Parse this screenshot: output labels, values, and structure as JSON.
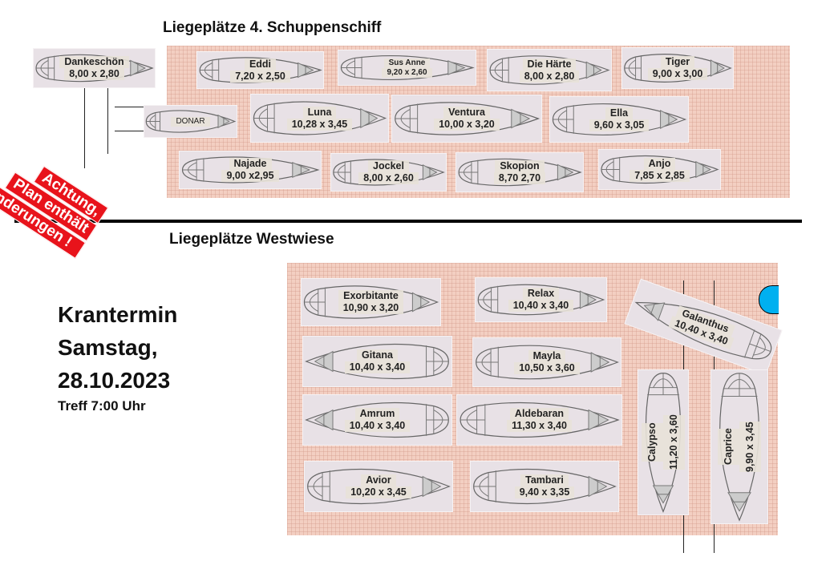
{
  "titles": {
    "top": "Liegeplätze 4. Schuppenschiff",
    "bottom": "Liegeplätze Westwiese"
  },
  "warning": {
    "lines": [
      "Achtung,",
      "Plan enthält",
      "Änderungen !"
    ],
    "color": "#e8131b"
  },
  "crane_date": {
    "line1": "Krantermin",
    "line2": "Samstag,",
    "line3": "28.10.2023",
    "meeting": "Treff 7:00 Uhr"
  },
  "schuppenschiff_boats": [
    {
      "name": "Dankeschön",
      "size": "8,00 x 2,80"
    },
    {
      "name": "Eddi",
      "size": "7,20 x 2,50"
    },
    {
      "name": "Sus Anne",
      "size": "9,20 x 2,60"
    },
    {
      "name": "Die Härte",
      "size": "8,00 x 2,80"
    },
    {
      "name": "Tiger",
      "size": "9,00 x 3,00"
    },
    {
      "name": "DONAR",
      "size": ""
    },
    {
      "name": "Luna",
      "size": "10,28 x 3,45"
    },
    {
      "name": "Ventura",
      "size": "10,00 x 3,20"
    },
    {
      "name": "Ella",
      "size": "9,60 x 3,05"
    },
    {
      "name": "Najade",
      "size": "9,00 x2,95"
    },
    {
      "name": "Jockel",
      "size": "8,00 x 2,60"
    },
    {
      "name": "Skopion",
      "size": "8,70 2,70"
    },
    {
      "name": "Anjo",
      "size": "7,85 x 2,85"
    }
  ],
  "westwiese_boats": [
    {
      "name": "Exorbitante",
      "size": "10,90 x 3,20"
    },
    {
      "name": "Relax",
      "size": "10,40 x 3,40"
    },
    {
      "name": "Galanthus",
      "size": "10,40 x 3,40"
    },
    {
      "name": "Gitana",
      "size": "10,40 x 3,40"
    },
    {
      "name": "Mayla",
      "size": "10,50 x 3,60"
    },
    {
      "name": "Amrum",
      "size": "10,40 x 3,40"
    },
    {
      "name": "Aldebaran",
      "size": "11,30 x 3,40"
    },
    {
      "name": "Avior",
      "size": "10,20 x 3,45"
    },
    {
      "name": "Tambari",
      "size": "9,40 x 3,35"
    },
    {
      "name": "Calypso",
      "size": "11,20 x 3,60"
    },
    {
      "name": "Caprice",
      "size": "9,90 x 3,45"
    }
  ],
  "colors": {
    "grid": "#f3cfc2",
    "boat_card": "#e8e1e6",
    "marker": "#00b0f0"
  }
}
